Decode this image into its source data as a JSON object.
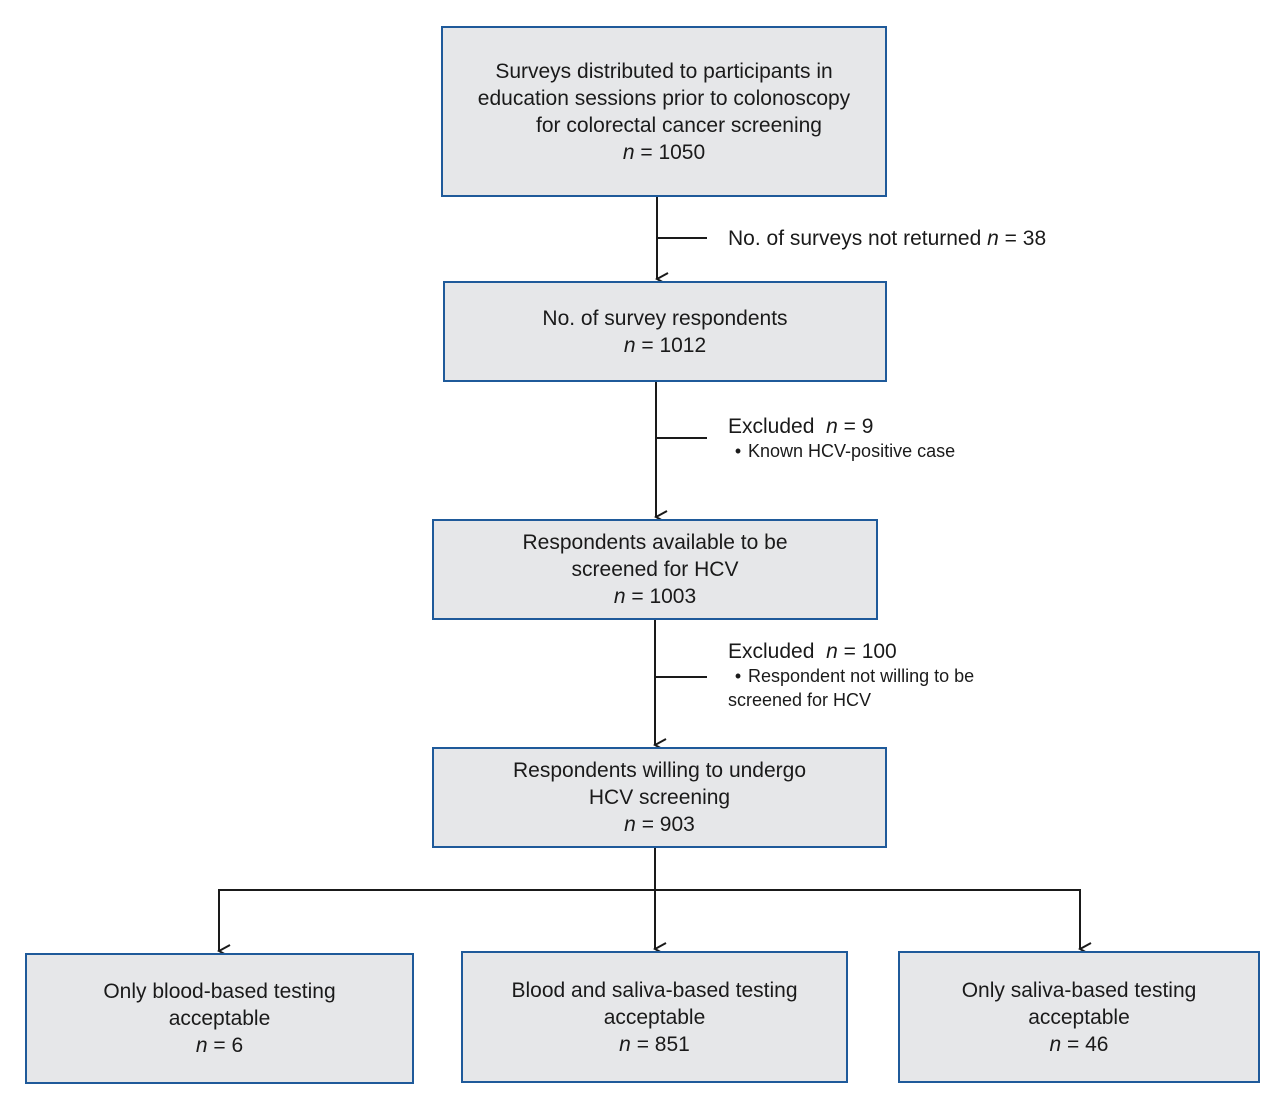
{
  "boxes": {
    "distributed": {
      "lines": [
        "Surveys distributed to participants in",
        "education sessions prior to colonoscopy",
        "for colorectal cancer screening"
      ],
      "n_label": "n",
      "n_value": "= 1050"
    },
    "respondents": {
      "lines": [
        "No. of survey respondents"
      ],
      "n_label": "n",
      "n_value": "= 1012"
    },
    "available": {
      "lines": [
        "Respondents available to be",
        "screened for HCV"
      ],
      "n_label": "n",
      "n_value": "= 1003"
    },
    "willing": {
      "lines": [
        "Respondents willing to undergo",
        "HCV screening"
      ],
      "n_label": "n",
      "n_value": "= 903"
    },
    "blood_only": {
      "lines": [
        "Only blood-based testing",
        "acceptable"
      ],
      "n_label": "n",
      "n_value": "= 6"
    },
    "blood_saliva": {
      "lines": [
        "Blood and saliva-based testing",
        "acceptable"
      ],
      "n_label": "n",
      "n_value": "= 851"
    },
    "saliva_only": {
      "lines": [
        "Only saliva-based testing",
        "acceptable"
      ],
      "n_label": "n",
      "n_value": "= 46"
    }
  },
  "side_notes": {
    "not_returned": {
      "text": "No. of surveys not returned",
      "n_label": "n",
      "n_value": "= 38"
    },
    "excluded_1": {
      "heading": "Excluded",
      "n_label": "n",
      "n_value": "= 9",
      "bullet": "•",
      "reason": "Known HCV-positive case"
    },
    "excluded_2": {
      "heading": "Excluded",
      "n_label": "n",
      "n_value": "= 100",
      "bullet": "•",
      "reason": "Respondent not willing to be",
      "reason_cont": "screened for HCV"
    }
  },
  "colors": {
    "box_fill": "#e6e7e9",
    "box_border": "#1f5a9a",
    "line": "#1a1a1a"
  }
}
